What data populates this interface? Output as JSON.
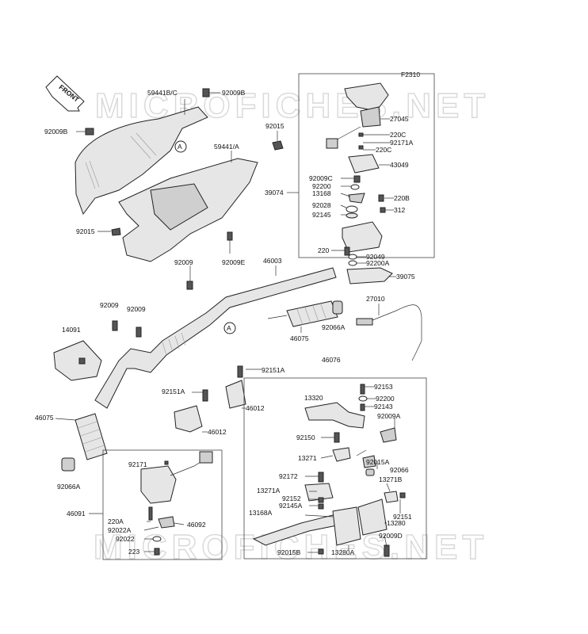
{
  "diagram_code": "F2310",
  "front_label": "FRONT",
  "watermark": "MICROFICHES.NET",
  "callout_letter": "A",
  "parts": {
    "p59441bc": "59441B/C",
    "p92009b_top": "92009B",
    "p92009b_left": "92009B",
    "p92015_top": "92015",
    "p59441a": "59441/A",
    "p92015_left": "92015",
    "p92009_mid": "92009",
    "p92009e": "92009E",
    "p46003": "46003",
    "p92009_l1": "92009",
    "p92009_l2": "92009",
    "p14091": "14091",
    "p46075_left": "46075",
    "p92066a_left": "92066A",
    "p46075_mid": "46075",
    "p92066a_mid": "92066A",
    "p27010": "27010",
    "p92151a_1": "92151A",
    "p92151a_2": "92151A",
    "p46012_1": "46012",
    "p46012_2": "46012",
    "p46076": "46076",
    "p39074": "39074",
    "p27045": "27045",
    "p220c_1": "220C",
    "p92171a": "92171A",
    "p220c_2": "220C",
    "p43049": "43049",
    "p92009c": "92009C",
    "p92200_top": "92200",
    "p13168": "13168",
    "p220b": "220B",
    "p92028": "92028",
    "p312": "312",
    "p92145": "92145",
    "p220": "220",
    "p92049": "92049",
    "p92200a": "92200A",
    "p39075": "39075",
    "p92153": "92153",
    "p13320": "13320",
    "p92200_r": "92200",
    "p92143": "92143",
    "p92009a": "92009A",
    "p92150": "92150",
    "p13271": "13271",
    "p92015a": "92015A",
    "p92066": "92066",
    "p92172": "92172",
    "p13271b": "13271B",
    "p13271a": "13271A",
    "p92152": "92152",
    "p92145a": "92145A",
    "p92151": "92151",
    "p13168a": "13168A",
    "p13280": "13280",
    "p92009d": "92009D",
    "p92015b": "92015B",
    "p13280a": "13280A",
    "p92171": "92171",
    "p46091": "46091",
    "p220a": "220A",
    "p46092": "46092",
    "p92022a": "92022A",
    "p92022": "92022",
    "p223": "223"
  }
}
